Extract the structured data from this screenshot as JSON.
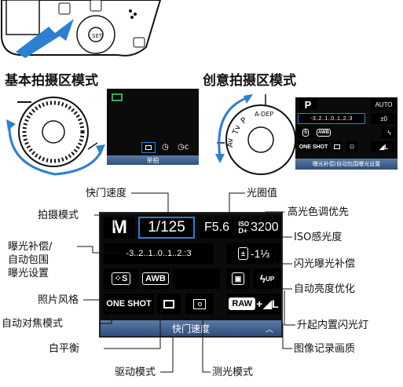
{
  "sections": {
    "basic_title": "基本拍摄区模式",
    "creative_title": "创意拍摄区模式"
  },
  "basic_screen": {
    "bar_text": "单拍"
  },
  "creative_screen": {
    "mode": "P",
    "iso": "AUTO",
    "exposure_scale": "-3..2..1..0..1..2.:3",
    "flash_comp": "±0",
    "af_mode": "ONE SHOT",
    "bar_text": "曝光补偿/自动包围曝光设置"
  },
  "main_screen": {
    "mode": "M",
    "shutter": "1/125",
    "aperture": "F5.6",
    "iso_prefix": "ISO",
    "iso_sub": "D+",
    "iso": "3200",
    "exposure_scale": "-3..2..1..0..1..2.:3",
    "flash_comp": "-1⅓",
    "picture_style": "S",
    "wb": "AWB",
    "af_mode": "ONE SHOT",
    "raw": "RAW",
    "quality": "L",
    "flash_up": "UP",
    "bar_text": "快门速度"
  },
  "labels": {
    "shutter_speed": "快门速度",
    "aperture": "光圈值",
    "highlight_priority": "高光色调优先",
    "shooting_mode": "拍摄模式",
    "iso_speed": "ISO感光度",
    "exposure_comp_1": "曝光补偿/",
    "exposure_comp_2": "自动包围",
    "exposure_comp_3": "曝光设置",
    "flash_exposure_comp": "闪光曝光补偿",
    "auto_lighting": "自动亮度优化",
    "picture_style": "照片风格",
    "af_mode": "自动对焦模式",
    "flash_popup": "升起内置闪光灯",
    "white_balance": "白平衡",
    "image_quality": "图像记录画质",
    "drive_mode": "驱动模式",
    "metering_mode": "测光模式"
  },
  "colors": {
    "accent": "#2c7fd1",
    "bar": "#3f5f8e",
    "screen": "#000000",
    "highlight_green": "#2fb34a"
  }
}
